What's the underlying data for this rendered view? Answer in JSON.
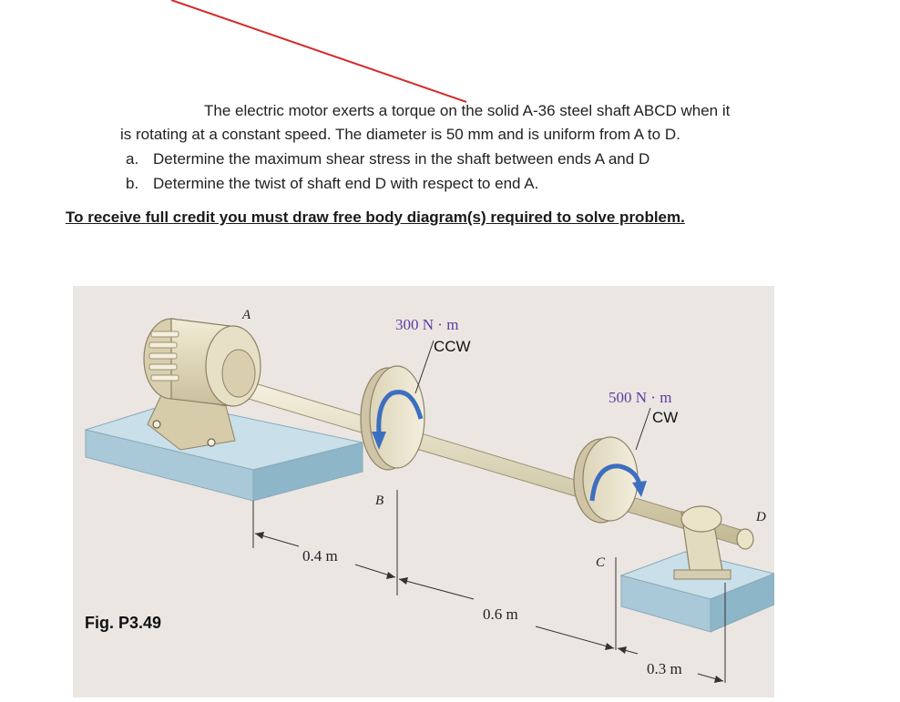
{
  "problem": {
    "intro_line1": "The electric motor exerts a torque on the solid A-36 steel shaft ABCD when it",
    "intro_line2": "is rotating at a constant speed. The diameter is 50 mm and is uniform from A to D.",
    "part_a_marker": "a.",
    "part_a": "Determine the maximum shear stress in the shaft between ends A and D",
    "part_b_marker": "b.",
    "part_b": "Determine the twist of shaft end D with respect to end A.",
    "credit_note": "To receive full credit you must draw free body diagram(s) required to solve problem."
  },
  "figure": {
    "caption": "Fig. P3.49",
    "label_A": "A",
    "label_B": "B",
    "label_C": "C",
    "label_D": "D",
    "torque_B": "300 N · m",
    "torque_B_dir": "CCW",
    "torque_C": "500 N · m",
    "torque_C_dir": "CW",
    "dim_AB": "0.4 m",
    "dim_BC": "0.6 m",
    "dim_CD": "0.3 m",
    "colors": {
      "background": "#ece6e3",
      "base_top": "#c9dfe9",
      "base_side": "#9fc3d4",
      "shaft": "#ebe3cc",
      "arrow": "#3d6fc0",
      "annotation_line": "#d62a2a"
    }
  }
}
